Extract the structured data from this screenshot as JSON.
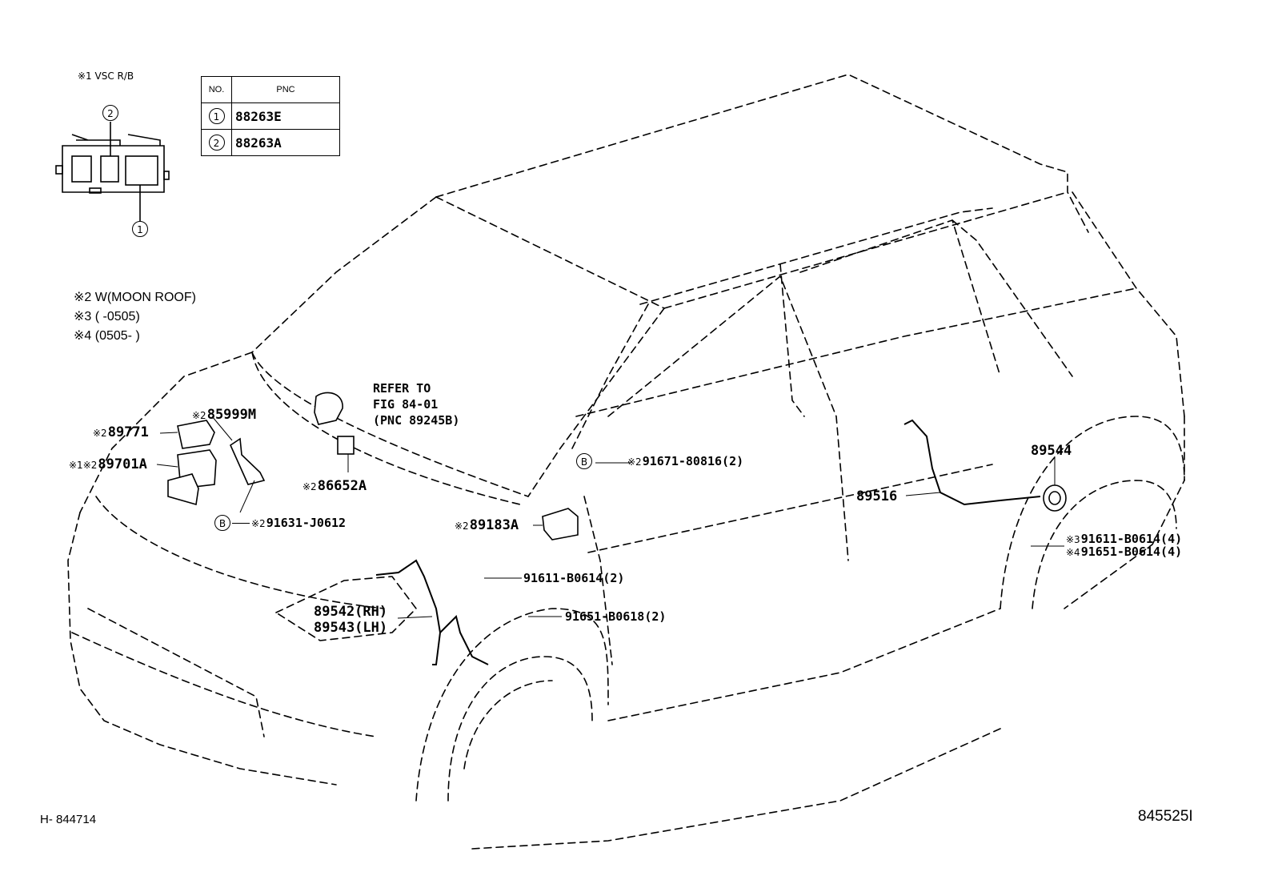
{
  "inset": {
    "title": "※1 VSC R/B",
    "callout_1": "1",
    "callout_2": "2"
  },
  "pnc_table": {
    "header_no": "NO.",
    "header_pnc": "PNC",
    "rows": [
      {
        "no": "1",
        "pnc": "88263E"
      },
      {
        "no": "2",
        "pnc": "88263A"
      }
    ]
  },
  "notes": [
    "※2  W(MOON ROOF)",
    "※3 (        -0505)",
    "※4 (0505-        )"
  ],
  "labels": {
    "p85999m_mark": "※2",
    "p85999m": "85999M",
    "p89771_mark": "※2",
    "p89771": "89771",
    "p89701a_mark": "※1※2",
    "p89701a": "89701A",
    "p86652a_mark": "※2",
    "p86652a": "86652A",
    "p91631_mark": "※2",
    "p91631": "91631-J0612",
    "p91631_ref": "B",
    "refer_line1": "REFER TO",
    "refer_line2": "FIG 84-01",
    "refer_line3": "(PNC 89245B)",
    "p91671_ref": "B",
    "p91671_mark": "※2",
    "p91671": "91671-80816(2)",
    "p89183a_mark": "※2",
    "p89183a": "89183A",
    "p91611_b": "91611-B0614(2)",
    "p91651_b": "91651-B0618(2)",
    "p89542": "89542(RH)",
    "p89543": "89543(LH)",
    "p89516": "89516",
    "p89544": "89544",
    "p91611_r_mark": "※3",
    "p91611_r": "91611-B0614(4)",
    "p91651_r_mark": "※4",
    "p91651_r": "91651-B0614(4)"
  },
  "footer": {
    "left_code": "H- 844714",
    "right_code": "845525I"
  }
}
